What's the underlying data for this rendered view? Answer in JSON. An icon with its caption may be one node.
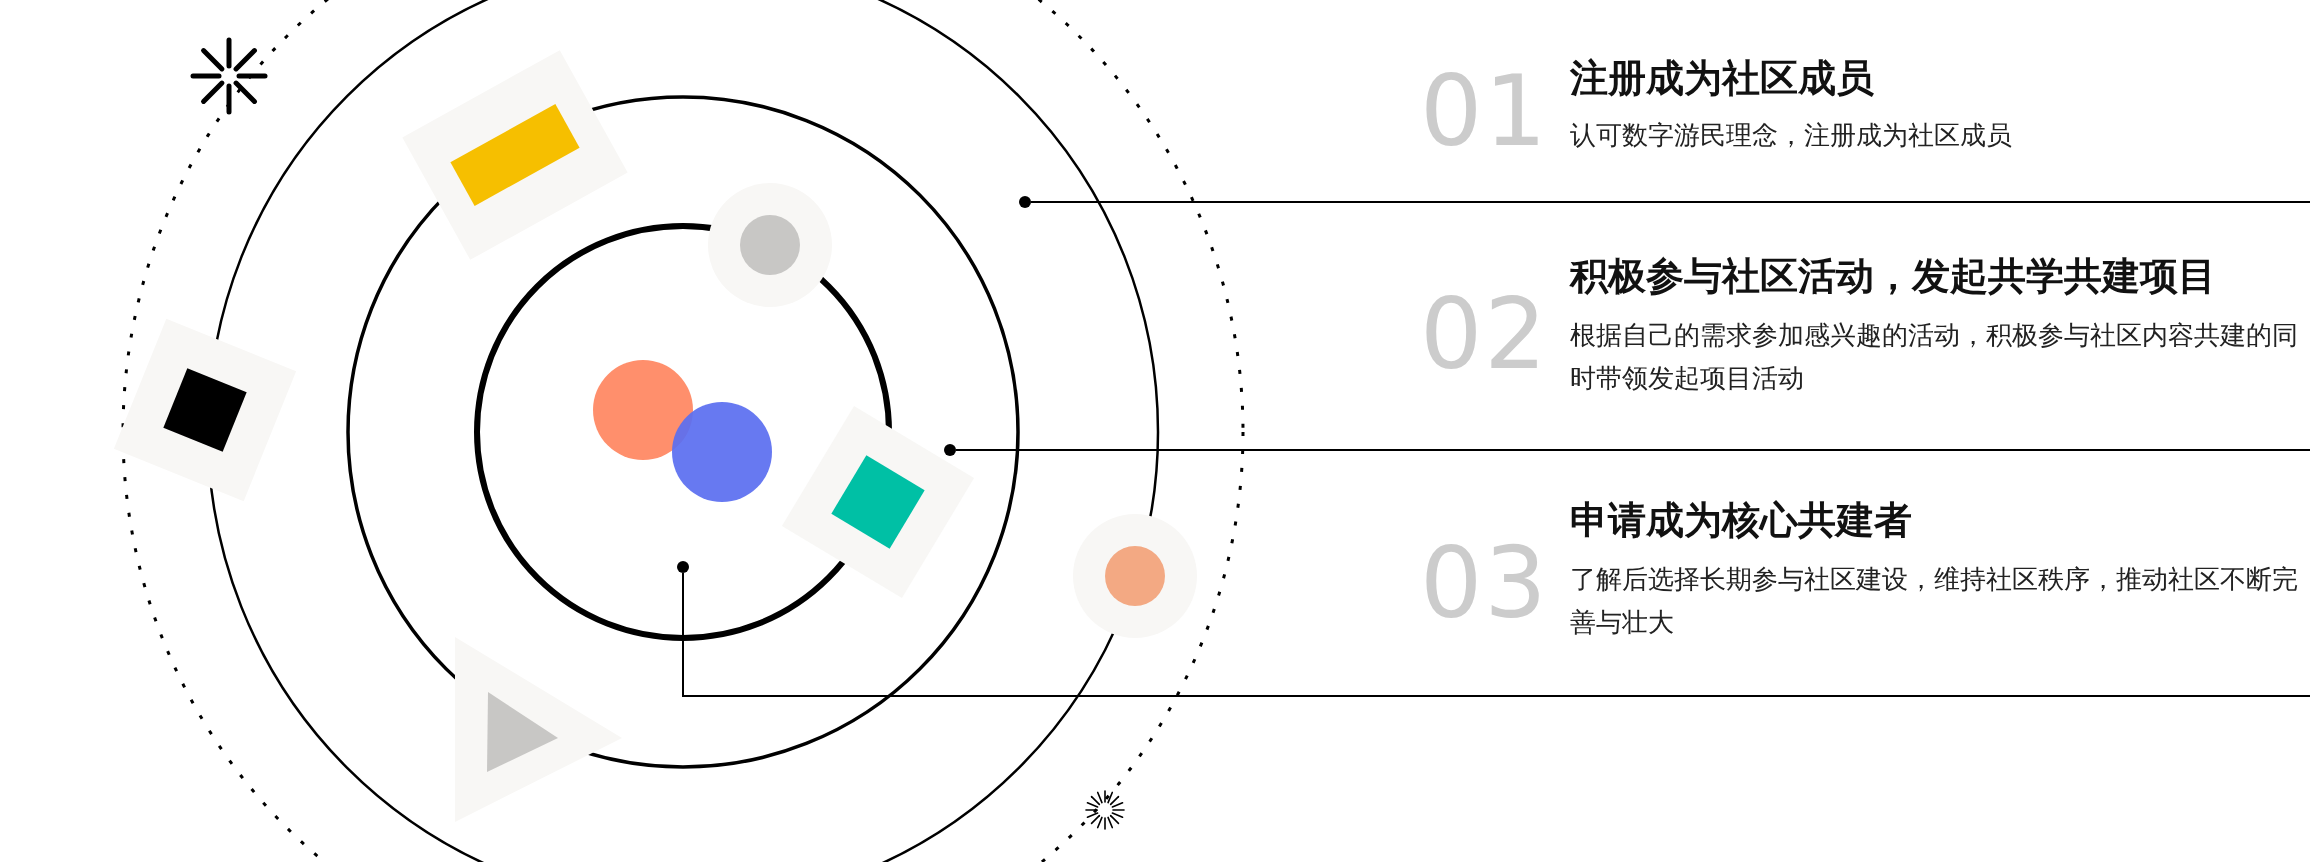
{
  "diagram": {
    "nodes": [
      {
        "text": [
          "01",
          "注册成为社区成员",
          "认可数字游民理念，注册成为社区成员"
        ]
      },
      {
        "text": [
          "02",
          "积极参与社区活动，发起共学共建项目",
          "根据自己的需求参加感兴趣的活动，积极参与社区内容共建的同时带领发起项目活动"
        ]
      },
      {
        "text": [
          "03",
          "申请成为核心共建者",
          "了解后选择长期参与社区建设，维持社区秩序，推动社区不断完善与壮大"
        ]
      },
      {
        "text": [],
        "shape": "circle"
      },
      {
        "text": [],
        "shape": "circle"
      },
      {
        "text": [],
        "shape": "circle"
      }
    ],
    "edges": [
      {
        "from": 3,
        "to": 0,
        "arrow": "none"
      },
      {
        "from": 4,
        "to": 1,
        "arrow": "none"
      },
      {
        "from": 5,
        "to": 2,
        "arrow": "none"
      }
    ]
  }
}
